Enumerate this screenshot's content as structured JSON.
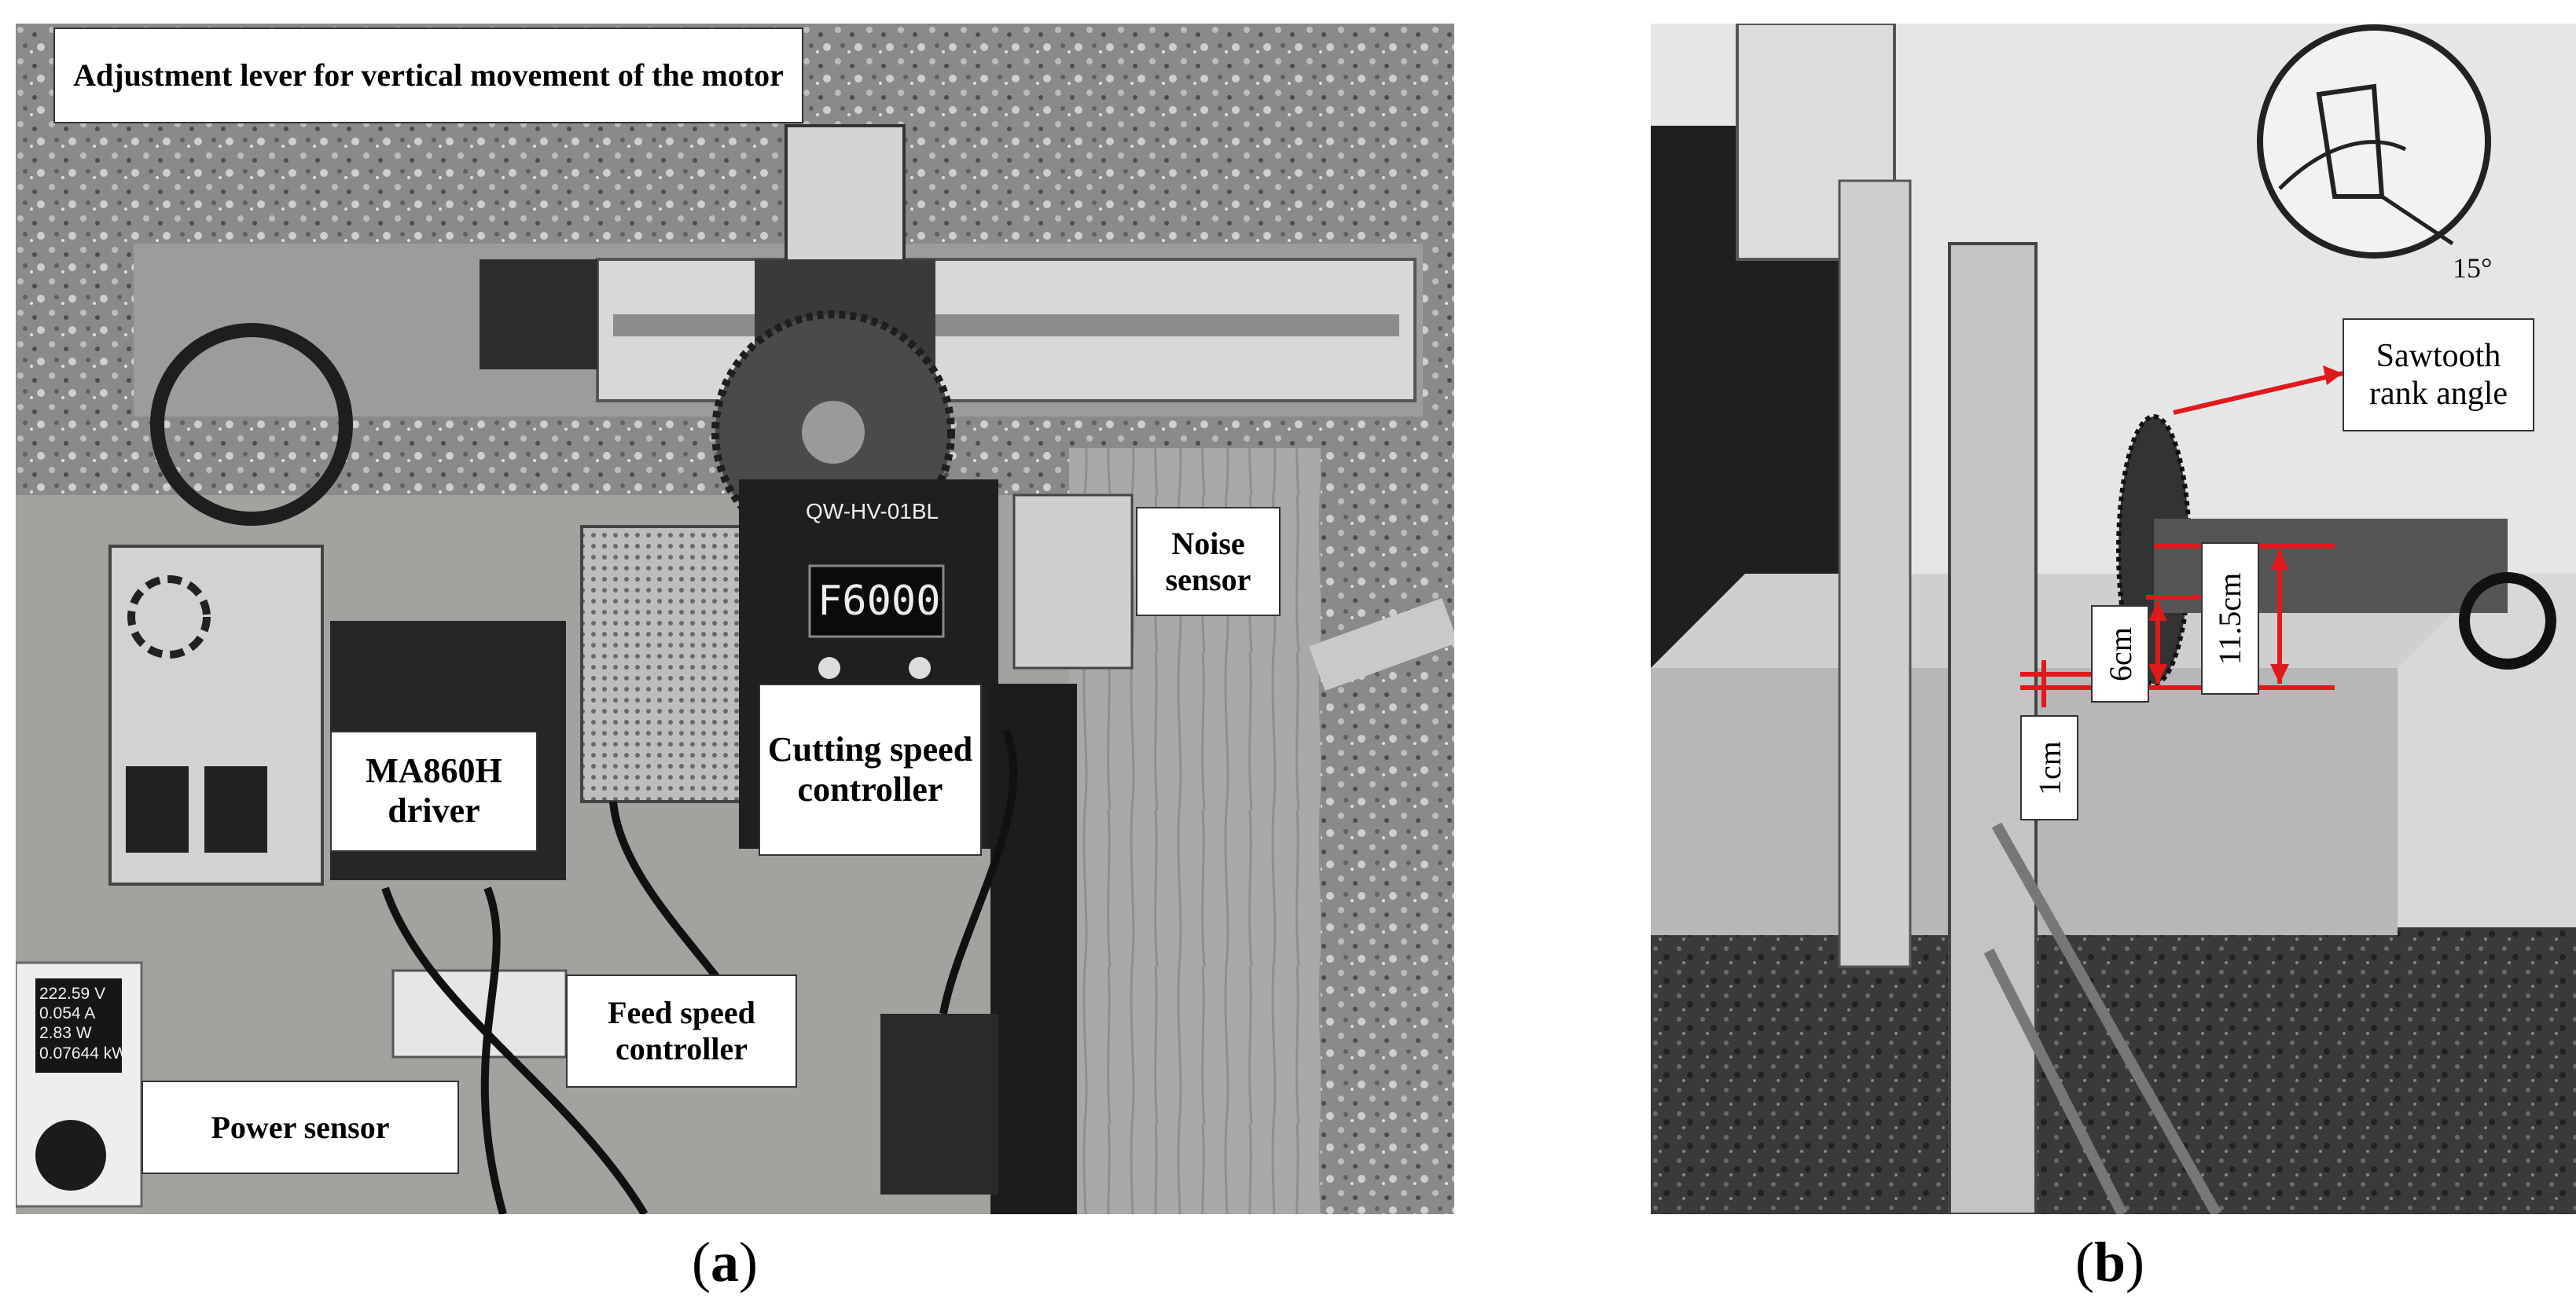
{
  "panel_a": {
    "labels": {
      "adjustment_lever": "Adjustment lever for vertical movement of the motor",
      "noise_sensor": "Noise sensor",
      "cutting_speed_controller": "Cutting speed controller",
      "ma860h_driver": "MA860H driver",
      "feed_speed_controller": "Feed speed controller",
      "power_sensor": "Power sensor"
    },
    "device_text": {
      "controller_model": "QW-HV-01BL",
      "controller_display": "F6000",
      "power_readings": [
        "222.59 V",
        "0.054 A",
        "2.83 W",
        "0.07644 kW"
      ]
    },
    "caption_letter": "a"
  },
  "panel_b": {
    "labels": {
      "sawtooth_rank_angle": "Sawtooth rank angle",
      "angle_value": "15°",
      "dim_11_5cm": "11.5cm",
      "dim_6cm": "6cm",
      "dim_1cm": "1cm"
    },
    "caption_letter": "b"
  },
  "colors": {
    "annotation_red": "#e0191b"
  }
}
